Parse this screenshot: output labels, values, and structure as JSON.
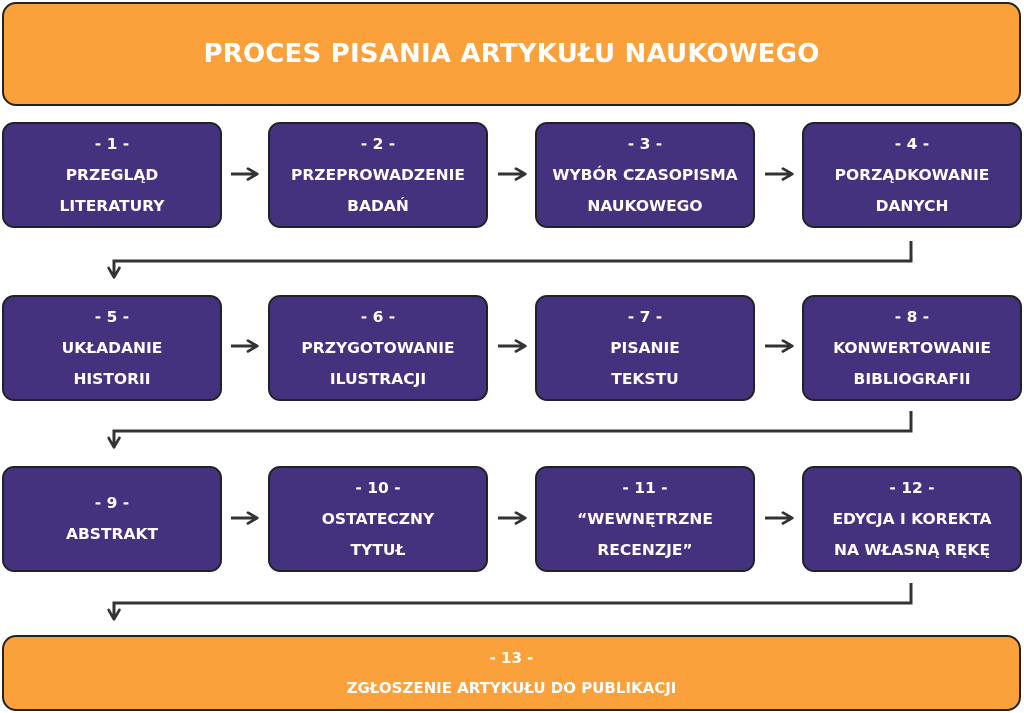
{
  "title": "PROCES PISANIA ARTYKUŁU NAUKOWEGO",
  "colors": {
    "banner": "#fba13b",
    "step_box": "#45327f",
    "text": "#ffffff",
    "connector": "#333333"
  },
  "steps": [
    {
      "num": "- 1 -",
      "label": "PRZEGLĄD\nLITERATURY"
    },
    {
      "num": "- 2 -",
      "label": "PRZEPROWADZENIE\nBADAŃ"
    },
    {
      "num": "- 3 -",
      "label": "WYBÓR CZASOPISMA\nNAUKOWEGO"
    },
    {
      "num": "- 4 -",
      "label": "PORZĄDKOWANIE\nDANYCH"
    },
    {
      "num": "- 5 -",
      "label": "UKŁADANIE\nHISTORII"
    },
    {
      "num": "- 6 -",
      "label": "PRZYGOTOWANIE\nILUSTRACJI"
    },
    {
      "num": "- 7 -",
      "label": "PISANIE\nTEKSTU"
    },
    {
      "num": "- 8 -",
      "label": "KONWERTOWANIE\nBIBLIOGRAFII"
    },
    {
      "num": "- 9 -",
      "label": "ABSTRAKT"
    },
    {
      "num": "- 10 -",
      "label": "OSTATECZNY\nTYTUŁ"
    },
    {
      "num": "- 11 -",
      "label": "“WEWNĘTRZNE\nRECENZJE”"
    },
    {
      "num": "- 12 -",
      "label": "EDYCJA I KOREKTA\nNA WŁASNĄ RĘKĘ"
    }
  ],
  "final_step": {
    "num": "- 13 -",
    "label": "ZGŁOSZENIE ARTYKUŁU DO PUBLIKACJI"
  }
}
